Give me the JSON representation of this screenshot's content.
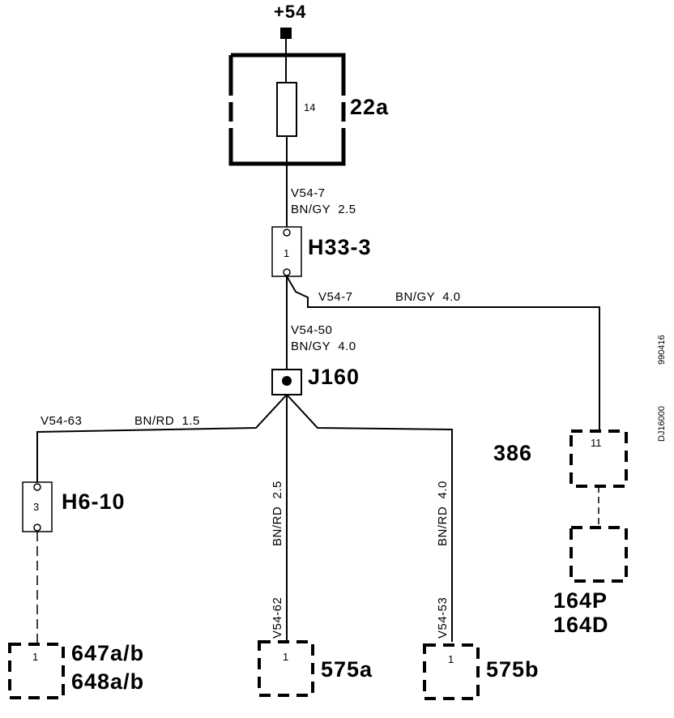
{
  "supply": {
    "label": "+54"
  },
  "fuse": {
    "id": "22a",
    "pin": "14"
  },
  "connector_h33": {
    "id": "H33-3",
    "pin": "1"
  },
  "splice": {
    "id": "J160"
  },
  "connector_h6": {
    "id": "H6-10",
    "pin": "3"
  },
  "component_386": {
    "id": "386",
    "pin": "11"
  },
  "component_164": {
    "line1": "164P",
    "line2": "164D"
  },
  "component_647": {
    "line1": "647a/b",
    "line2": "648a/b",
    "pin": "1"
  },
  "component_575a": {
    "id": "575a",
    "pin": "1"
  },
  "component_575b": {
    "id": "575b",
    "pin": "1"
  },
  "wires": {
    "w1": {
      "name": "V54-7",
      "spec": "BN/GY  2.5"
    },
    "w2": {
      "name": "V54-7",
      "spec": "BN/GY  4.0"
    },
    "w3": {
      "name": "V54-50",
      "spec": "BN/GY  4.0"
    },
    "w4": {
      "name": "V54-63",
      "spec": "BN/RD  1.5"
    },
    "w5": {
      "name": "V54-62",
      "spec": "BN/RD  2.5"
    },
    "w6": {
      "name": "V54-53",
      "spec": "BN/RD  4.0"
    }
  },
  "doc": {
    "code": "DJ16000",
    "date": "990416"
  }
}
